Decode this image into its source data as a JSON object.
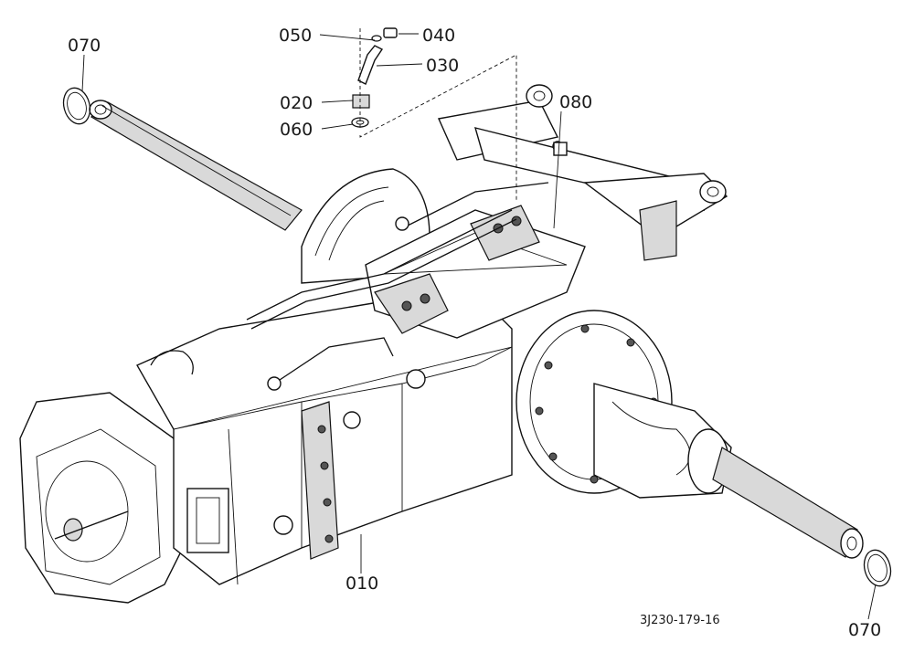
{
  "figure": {
    "reference_code": "3J230-179-16",
    "callouts": [
      {
        "id": "label-050",
        "text": "050"
      },
      {
        "id": "label-040",
        "text": "040"
      },
      {
        "id": "label-030",
        "text": "030"
      },
      {
        "id": "label-020",
        "text": "020"
      },
      {
        "id": "label-060",
        "text": "060"
      },
      {
        "id": "label-080",
        "text": "080"
      },
      {
        "id": "label-070-left",
        "text": "070"
      },
      {
        "id": "label-070-right",
        "text": "070"
      },
      {
        "id": "label-010",
        "text": "010"
      }
    ]
  }
}
